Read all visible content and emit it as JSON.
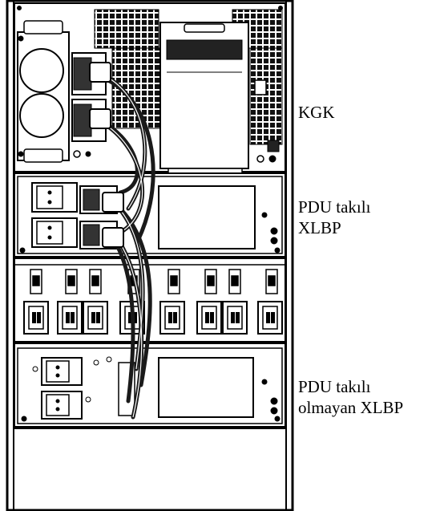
{
  "labels": {
    "ups": "KGK",
    "xlbp_pdu_line1": "PDU takılı",
    "xlbp_pdu_line2": "XLBP",
    "xlbp_nopdu_line1": "PDU takılı",
    "xlbp_nopdu_line2": "olmayan XLBP"
  },
  "colors": {
    "line": "#000000",
    "background": "#ffffff",
    "cable": "#1a1a1a"
  }
}
